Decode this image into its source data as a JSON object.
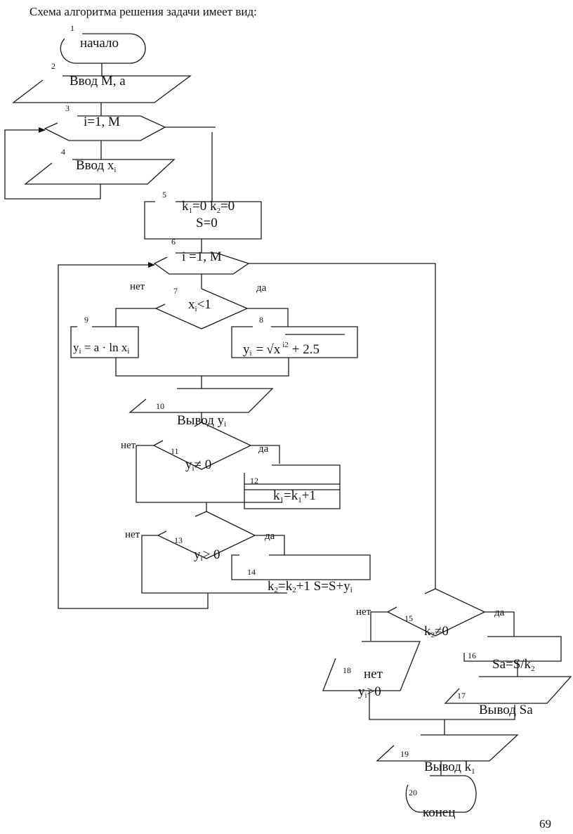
{
  "title": "Схема алгоритма решения задачи имеет вид:",
  "page_number": "69",
  "blocks": {
    "b1": {
      "num": "1",
      "text": "начало",
      "shape": "terminator"
    },
    "b2": {
      "num": "2",
      "text": "Ввод M, a",
      "shape": "io"
    },
    "b3": {
      "num": "3",
      "text": "i=1, M",
      "shape": "loop"
    },
    "b4": {
      "num": "4",
      "text_main": "Ввод x",
      "text_sub": "i",
      "shape": "io"
    },
    "b5": {
      "num": "5",
      "line1_a": "k",
      "line1_a_sub": "1",
      "line1_b": "=0 k",
      "line1_b_sub": "2",
      "line1_c": "=0",
      "line2": "S=0",
      "shape": "process"
    },
    "b6": {
      "num": "6",
      "text": "i =1, M",
      "shape": "loop"
    },
    "b7": {
      "num": "7",
      "text_main": "x",
      "text_sub": "i",
      "text_rest": "<1",
      "shape": "decision",
      "no": "нет",
      "yes": "да"
    },
    "b8": {
      "num": "8",
      "formula": "y_i = √(x^{i2} + 2.5)",
      "f_y": "y",
      "f_ysub": "i",
      "f_eq": "=",
      "f_sqrt": "√",
      "f_x": "x",
      "f_sup": "i2",
      "f_rest": "+ 2.5",
      "shape": "process"
    },
    "b9": {
      "num": "9",
      "formula": "y_i = a · ln x_i",
      "f_y": "y",
      "f_ysub": "i",
      "f_rest": " = a · ln x",
      "f_xsub": "i",
      "shape": "process"
    },
    "b10": {
      "num": "10",
      "text_main": "Вывод y",
      "text_sub": "i",
      "shape": "io"
    },
    "b11": {
      "num": "11",
      "text_main": "y",
      "text_sub": "i",
      "text_rest": "≠ 0",
      "shape": "decision",
      "no": "нет",
      "yes": "да"
    },
    "b12": {
      "num": "12",
      "text_a": "k",
      "text_a_sub": "1",
      "text_b": "=k",
      "text_b_sub": "1",
      "text_c": "+1",
      "shape": "predefined"
    },
    "b13": {
      "num": "13",
      "text_main": "y",
      "text_sub": "i",
      "text_rest": "> 0",
      "shape": "decision",
      "no": "нет",
      "yes": "да"
    },
    "b14": {
      "num": "14",
      "text_a": "k",
      "text_a_sub": "2",
      "text_b": "=k",
      "text_b_sub": "2",
      "text_c": "+1  S=S+y",
      "text_c_sub": "i",
      "shape": "process"
    },
    "b15": {
      "num": "15",
      "text_main": "k",
      "text_sub": "2",
      "text_rest": "≠0",
      "shape": "decision",
      "no": "нет",
      "yes": "да"
    },
    "b16": {
      "num": "16",
      "text_main": "Sa=S/k",
      "text_sub": "2",
      "shape": "process"
    },
    "b17": {
      "num": "17",
      "text": "Вывод Sa",
      "shape": "io"
    },
    "b18": {
      "num": "18",
      "line1": "нет",
      "line2_main": "y",
      "line2_sub": "i",
      "line2_rest": ">0",
      "shape": "io"
    },
    "b19": {
      "num": "19",
      "text_main": "Вывод k",
      "text_sub": "1",
      "shape": "io"
    },
    "b20": {
      "num": "20",
      "text": "конец",
      "shape": "terminator"
    }
  }
}
